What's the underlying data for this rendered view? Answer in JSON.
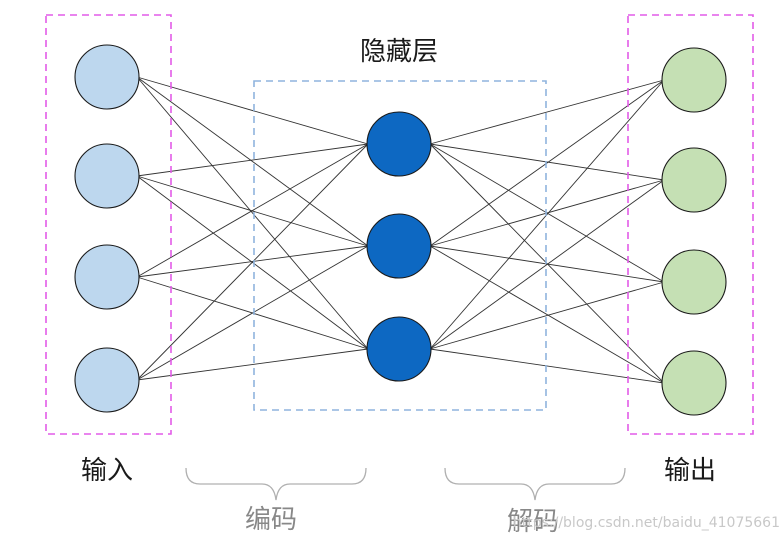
{
  "labels": {
    "hidden": "隐藏层",
    "input": "输入",
    "output": "输出",
    "encode": "编码",
    "decode": "解码",
    "watermark": "https://blog.csdn.net/baidu_41075661"
  },
  "colors": {
    "input_fill": "#bdd7ee",
    "input_stroke": "#1a1a1a",
    "hidden_fill": "#0d68c2",
    "output_fill": "#c5e0b4",
    "pink_dash": "#e25ce8",
    "blue_dash": "#8fb4de",
    "line": "#333333",
    "brace": "#b0b0b0",
    "text": "#1a1a1a",
    "text_gray": "#888888",
    "watermark": "#c8c8c8"
  },
  "layers": {
    "input_count": 4,
    "hidden_count": 3,
    "output_count": 4
  }
}
